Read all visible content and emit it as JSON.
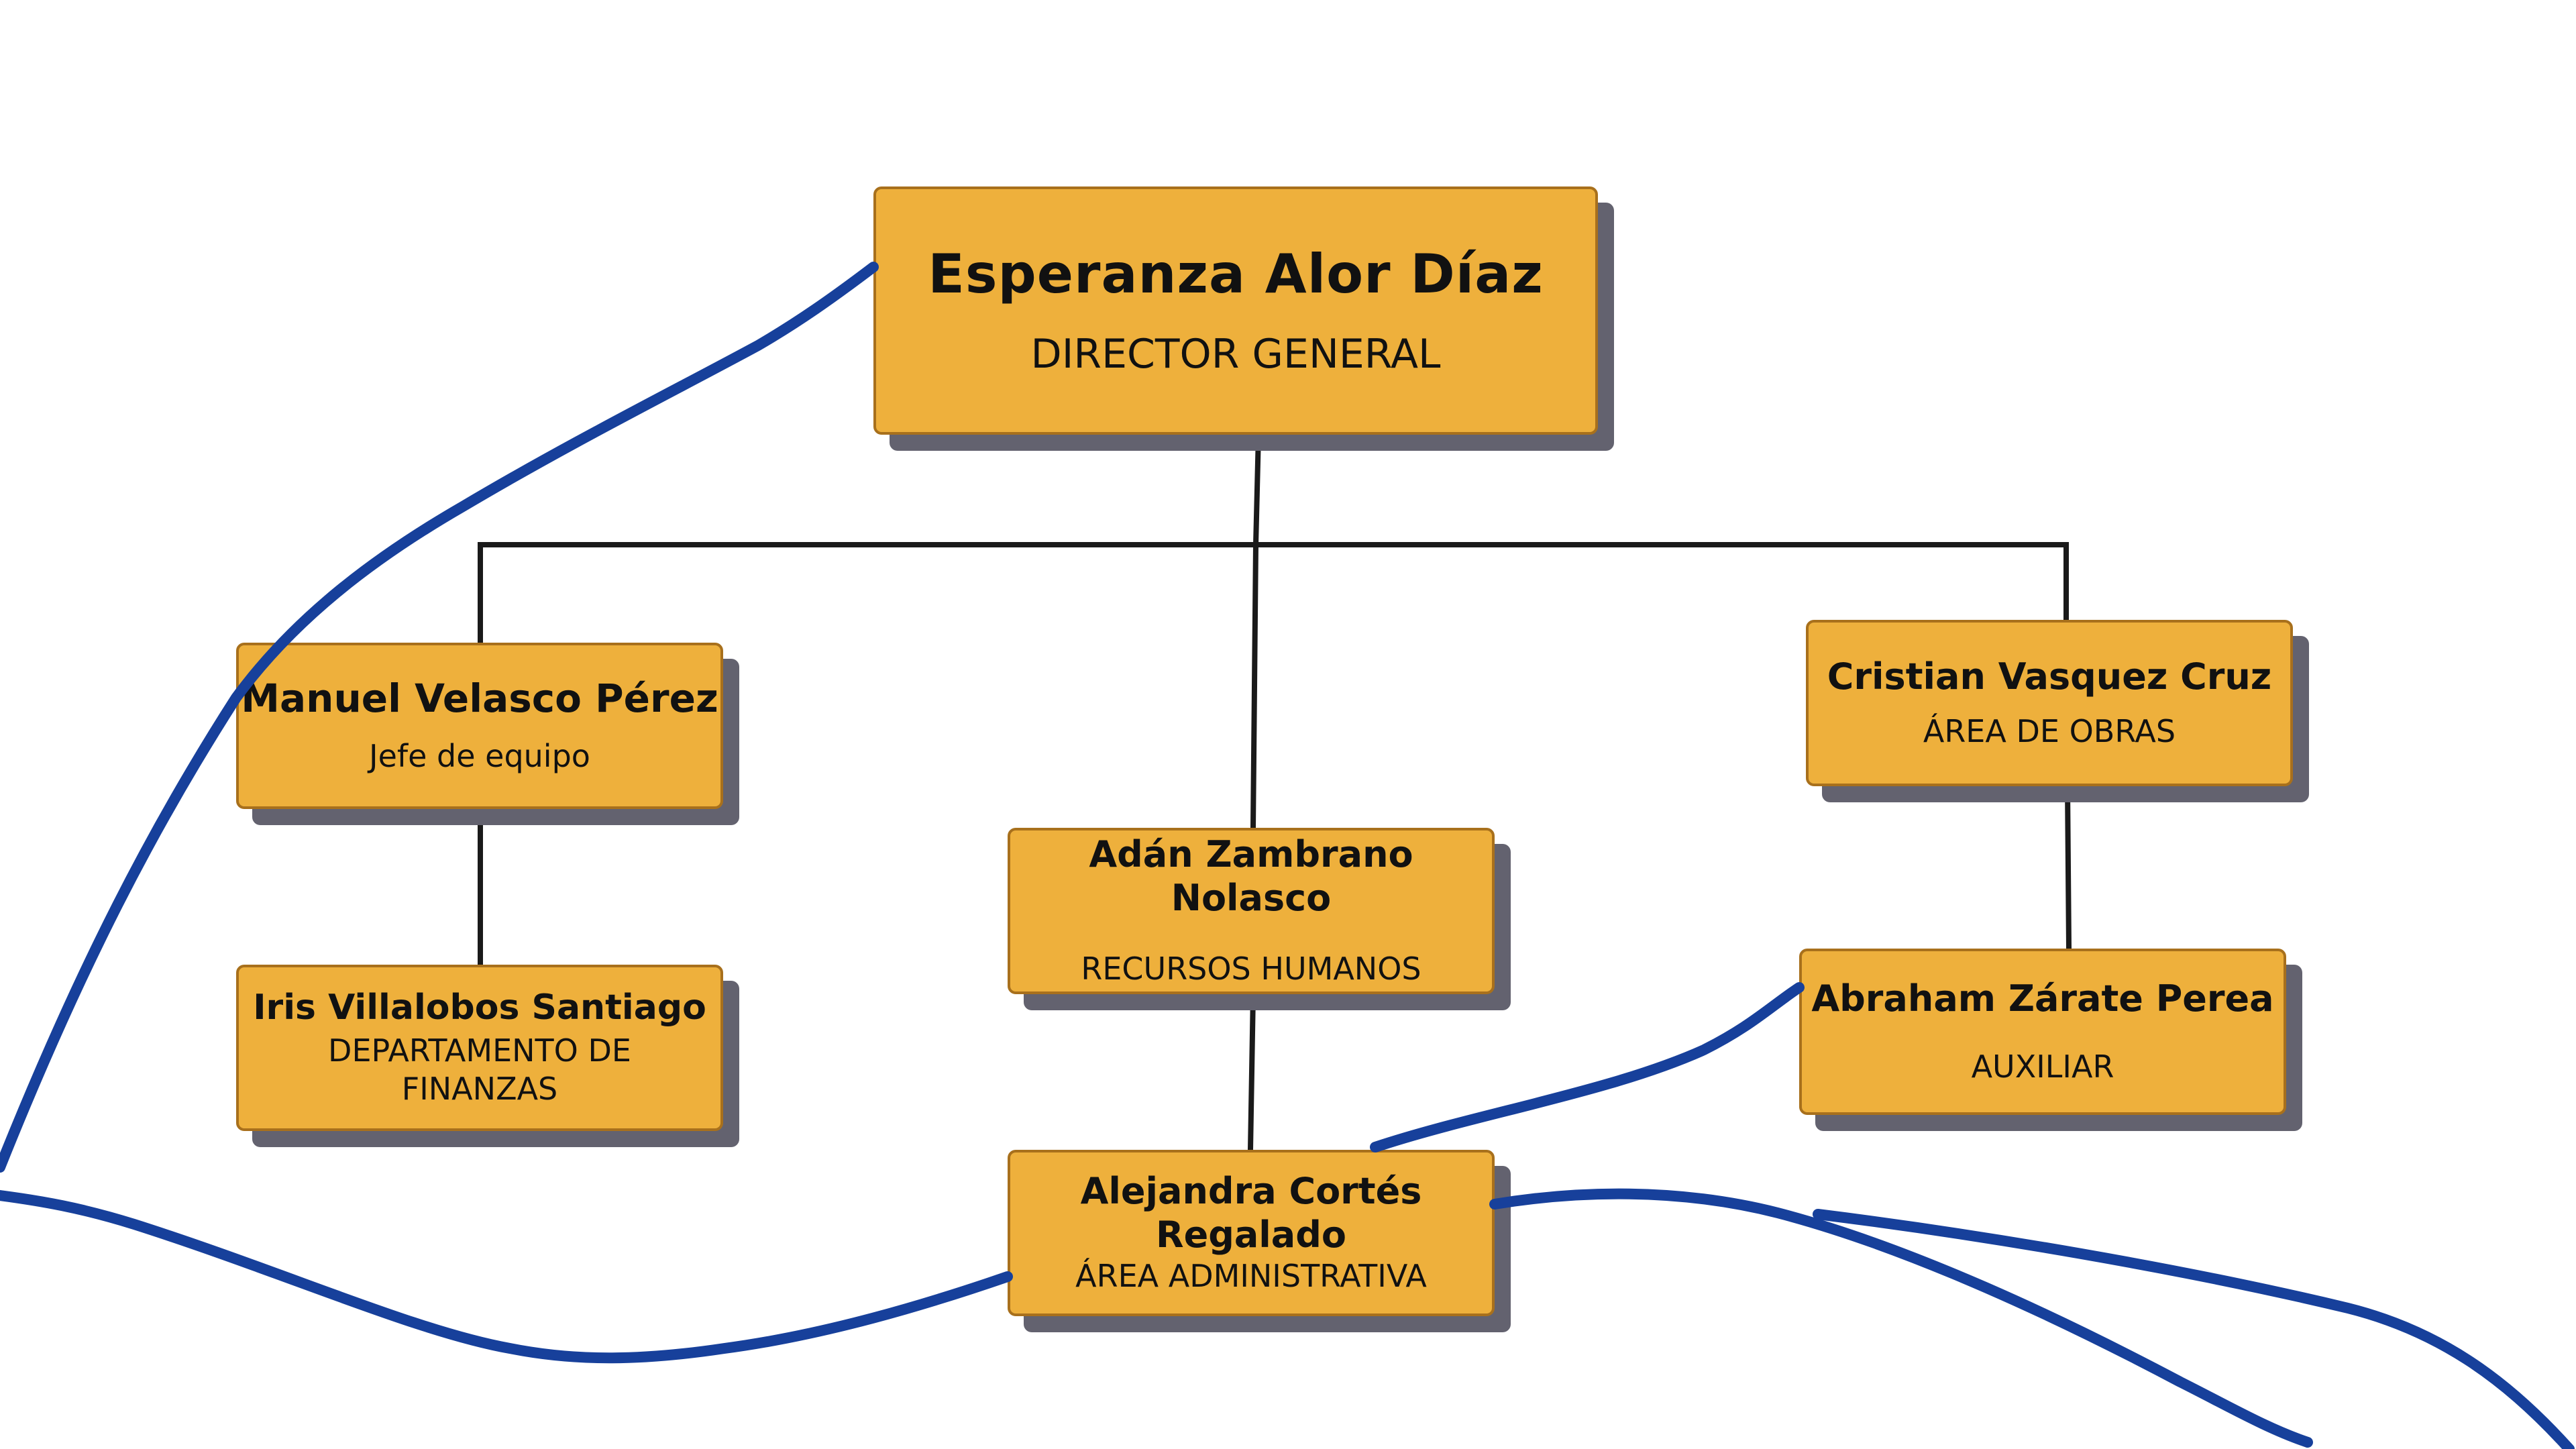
{
  "org_chart": {
    "director": {
      "name": "Esperanza Alor Díaz",
      "role": "DIRECTOR GENERAL"
    },
    "manuel": {
      "name": "Manuel Velasco Pérez",
      "role": "Jefe de equipo"
    },
    "iris": {
      "name": "Iris Villalobos Santiago",
      "role": "DEPARTAMENTO DE FINANZAS"
    },
    "adan": {
      "name": "Adán Zambrano Nolasco",
      "role": "RECURSOS HUMANOS"
    },
    "alejandra": {
      "name": "Alejandra Cortés Regalado",
      "role": "ÁREA ADMINISTRATIVA"
    },
    "cristian": {
      "name": "Cristian Vasquez Cruz",
      "role": "ÁREA DE OBRAS"
    },
    "abraham": {
      "name": "Abraham Zárate Perea",
      "role": "AUXILIAR"
    }
  },
  "colors": {
    "box_fill": "#eeb03c",
    "box_border": "#a8701c",
    "shadow": "#63626f",
    "connector": "#1a1a1a",
    "decor_stroke": "#17409b"
  }
}
